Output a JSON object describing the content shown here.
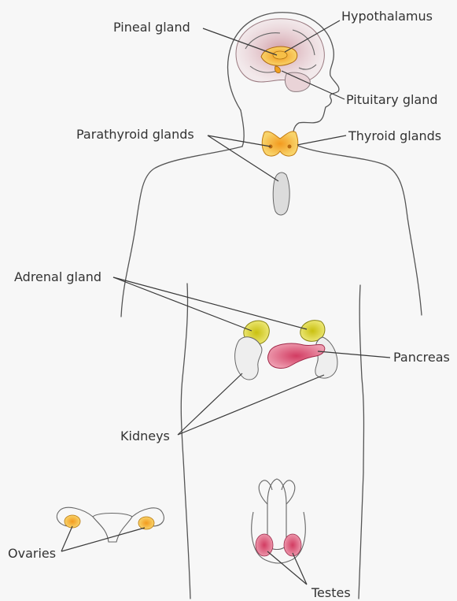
{
  "labels": {
    "pineal": "Pineal gland",
    "hypothalamus": "Hypothalamus",
    "pituitary": "Pituitary gland",
    "parathyroid": "Parathyroid glands",
    "thyroid": "Thyroid glands",
    "adrenal": "Adrenal gland",
    "pancreas": "Pancreas",
    "kidneys": "Kidneys",
    "ovaries": "Ovaries",
    "testes": "Testes"
  },
  "colors": {
    "background": "#f7f7f7",
    "outline": "#555555",
    "brain": "#d8a8b0",
    "gland_orange": "#f5a623",
    "thyroid": "#f2b93b",
    "adrenal": "#c8c21a",
    "pancreas": "#d84a6a",
    "kidney": "#e8e8e8",
    "testes": "#d8507a",
    "ovary": "#f2b43c"
  }
}
